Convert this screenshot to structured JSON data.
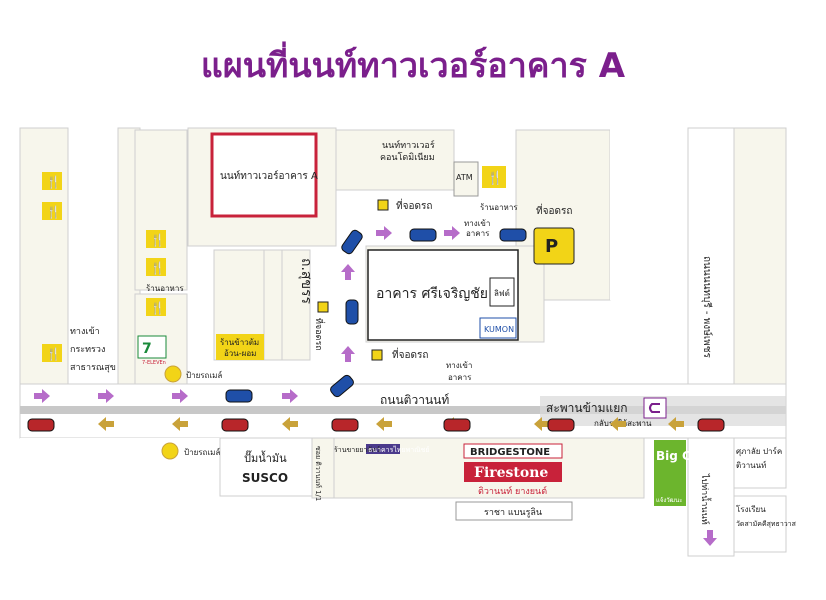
{
  "title": "แผนที่นนท์ทาวเวอร์อาคาร A",
  "labels": {
    "target_building": "นนท์ทาวเวอร์อาคาร A",
    "condo": "นนท์ทาวเวอร์",
    "condo_2": "คอนโดมิเนียม",
    "atm": "ATM",
    "restaurant_1": "ร้านอาหาร",
    "restaurant_2": "ร้านอาหาร",
    "parking_top": "ที่จอดรถ",
    "parking_right": "ที่จอดรถ",
    "parking_left": "ที่จอดรถ",
    "parking_bottom": "ที่จอดรถ",
    "entrance_top": "ทางเข้า",
    "entrance_top_2": "อาคาร",
    "entrance_bottom": "ทางเข้า",
    "entrance_bottom_2": "อาคาร",
    "siri_building": "อาคาร ศรีเจริญชัย",
    "lift": "ลิฟต์",
    "kumon": "KUMON",
    "soi_sukhon": "ถ.สุขรร",
    "rice_shop": "ร้านข้าวต้ม",
    "rice_shop_2": "อ้วน-ผอม",
    "ministry": "ทางเข้า",
    "ministry_2": "กระทรวง",
    "ministry_3": "สาธารณสุข",
    "bus_stop_top": "ป้ายรถเมล์",
    "bus_stop_bottom": "ป้ายรถเมล์",
    "road_main": "ถนนติวานนท์",
    "bridge": "สะพานข้ามแยก",
    "uturn": "กลับรถใต้สะพาน",
    "road_right": "ถนนนนทบุรี - พงษ์เพชร",
    "to_nonthaburi": "ไปท่าน้ำนนท์",
    "gas_station": "ปั๊มน้ำมัน",
    "susco": "SUSCO",
    "soi_tiwanon": "ซอย ติวานนท์ 1/1",
    "small_shop": "ร้านขายยาสัตว์",
    "bank": "ธนาคารไทยพาณิชย์",
    "bridgestone": "BRIDGESTONE",
    "firestone": "Firestone",
    "tire_shop": "ติวานนท์ ยางยนต์",
    "raja": "ราชา แบนรูลิน",
    "seven_eleven": "7-ELEVEn",
    "bigc": "Big C",
    "bigc_2": "แจ้งวัฒนะ",
    "college": "ศุภาลัย ปาร์ค",
    "college_2": "ติวานนท์",
    "school": "โรงเรียน",
    "school_2": "วัดสามัคคีสุทธาวาส"
  },
  "colors": {
    "title": "#7b1f8c",
    "road": "#ffffff",
    "block": "#f7f6ec",
    "target_border": "#c8223a",
    "arrow_purple": "#b66cc9",
    "arrow_olive": "#c9a23a",
    "car_blue": "#1f4fa8",
    "car_red": "#b8262a",
    "sign_yellow": "#f2d417",
    "median": "#c8c8c8"
  },
  "icons": [
    "restaurant-icon",
    "parking-icon",
    "car-icon",
    "bus-stop-icon",
    "direction-arrow-icon",
    "u-turn-icon",
    "atm-icon"
  ]
}
